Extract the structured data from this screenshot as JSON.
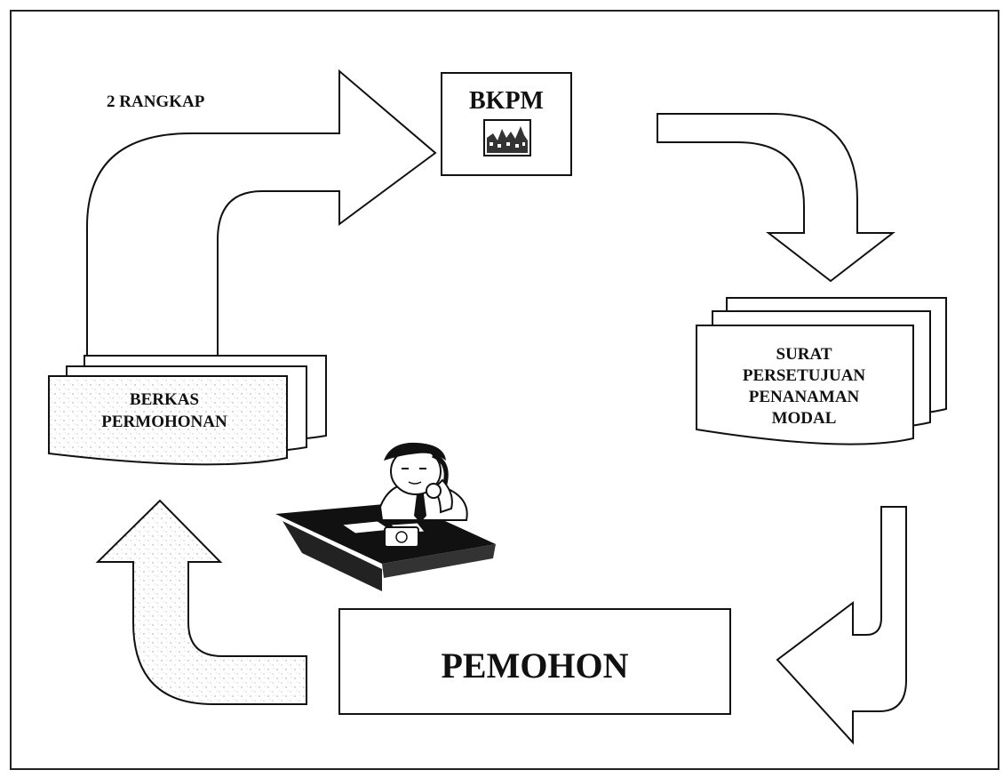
{
  "diagram": {
    "rangkap_label": "2 RANGKAP",
    "bkpm_label": "BKPM",
    "berkas": {
      "line1": "BERKAS",
      "line2": "PERMOHONAN"
    },
    "surat": {
      "line1": "SURAT",
      "line2": "PERSETUJUAN",
      "line3": "PENANAMAN",
      "line4": "MODAL"
    },
    "pemohon_label": "PEMOHON"
  },
  "icons": {
    "logo": "building-skyline-icon",
    "clip_art": "person-on-telephone-at-desk-icon"
  },
  "colors": {
    "ink": "#111111",
    "paper_fill": "#ffffff",
    "stipple_fill": "#f1f1f1"
  }
}
